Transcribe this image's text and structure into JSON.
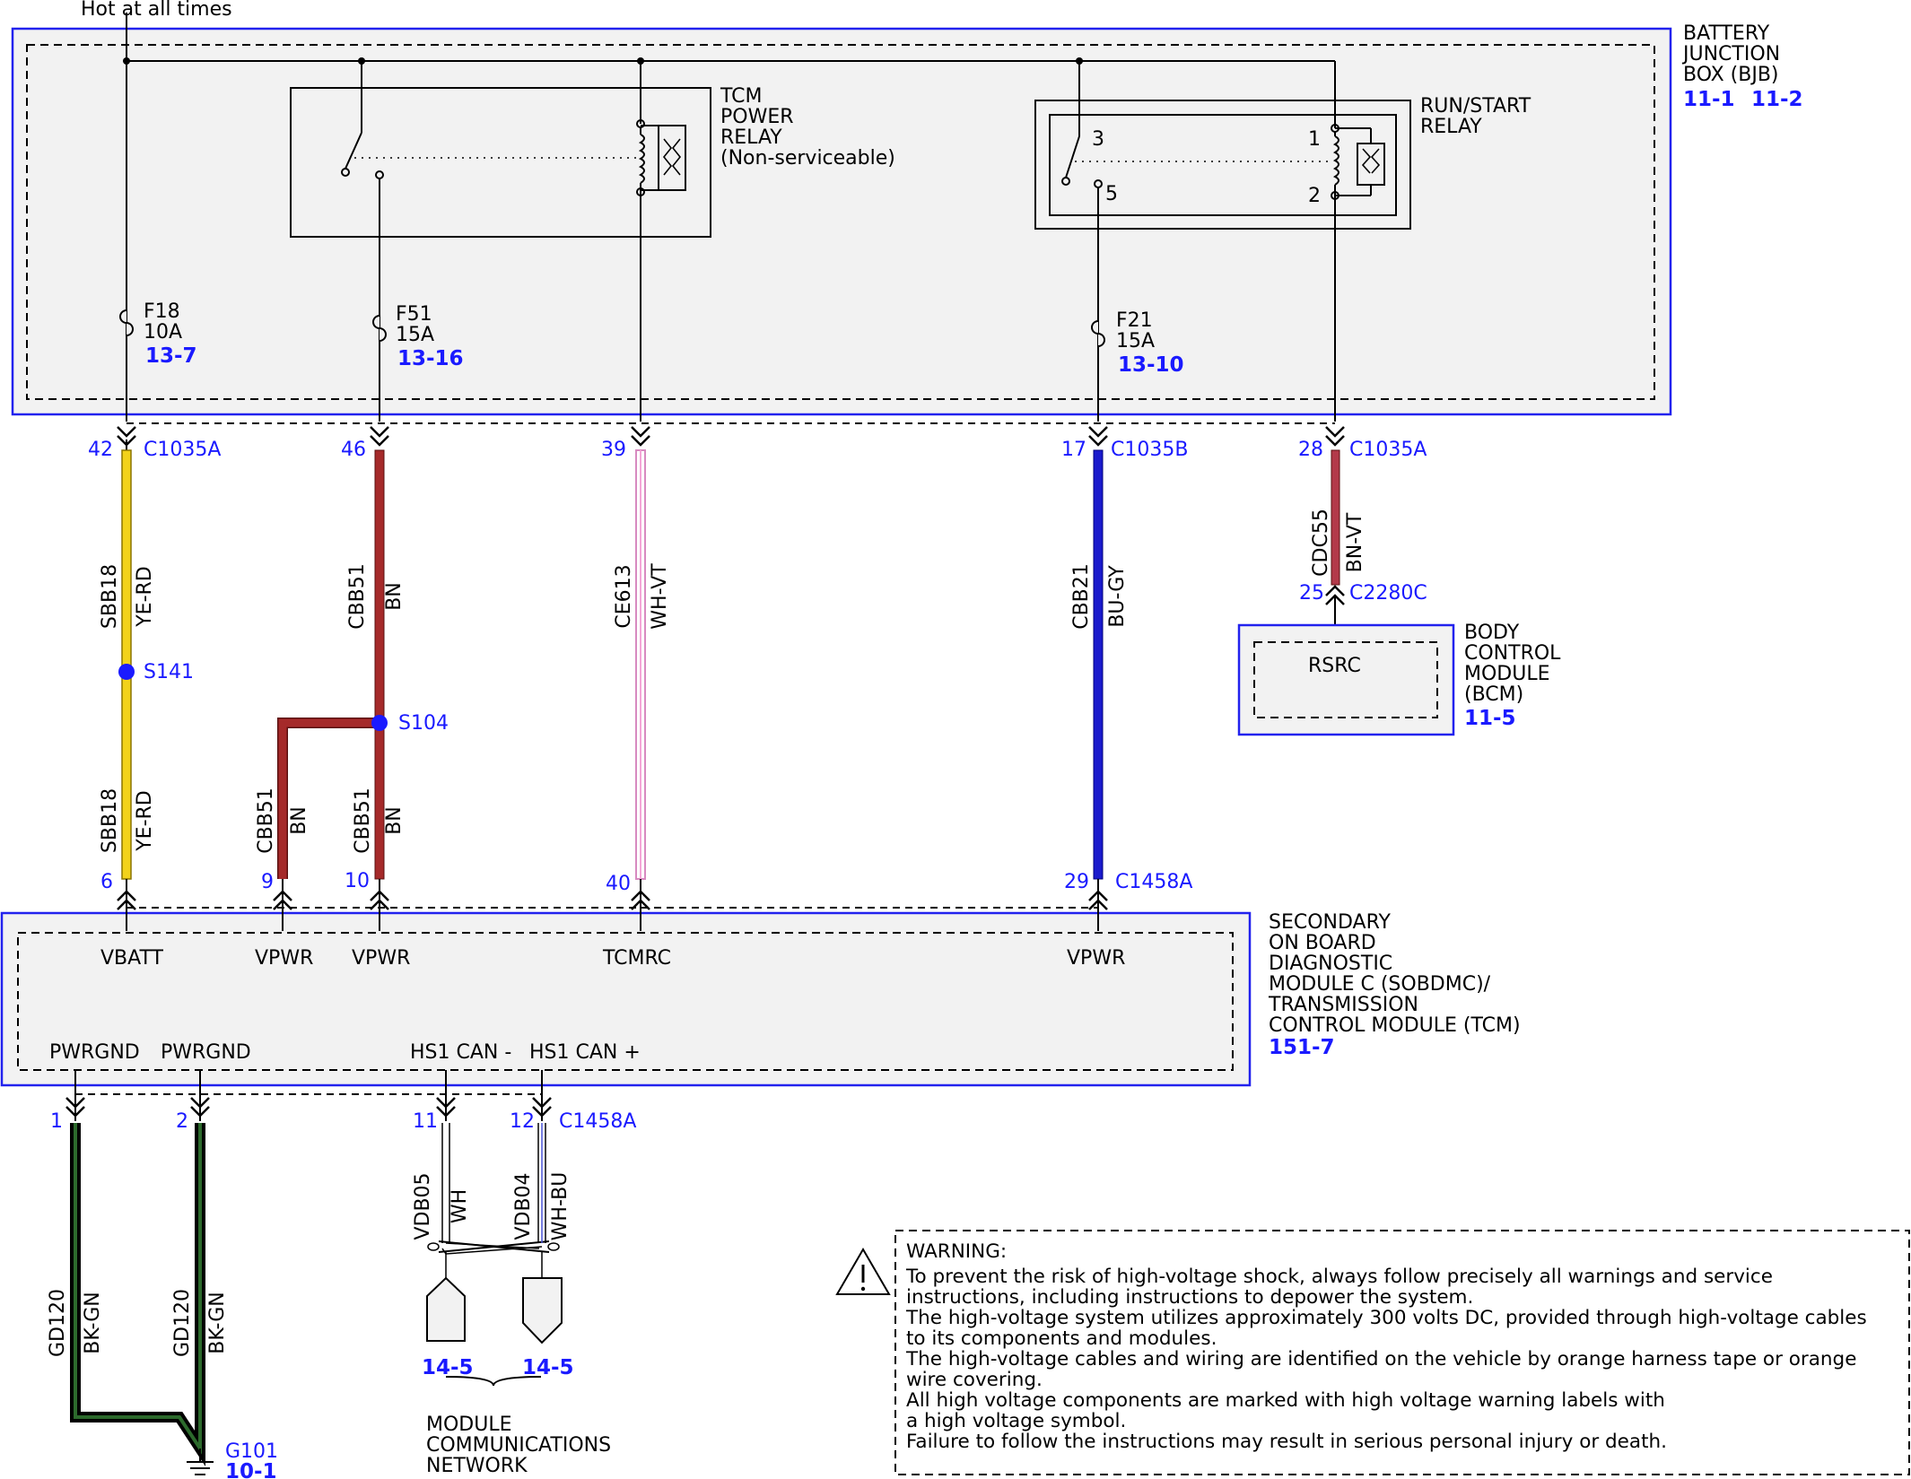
{
  "supply_label": "Hot at all times",
  "bjb": {
    "name_lines": [
      "BATTERY",
      "JUNCTION",
      "BOX (BJB)"
    ],
    "refs": [
      "11-1",
      "11-2"
    ]
  },
  "tcm_relay": {
    "name_lines": [
      "TCM",
      "POWER",
      "RELAY",
      "(Non-serviceable)"
    ]
  },
  "run_start_relay": {
    "name_lines": [
      "RUN/START",
      "RELAY"
    ],
    "pins": [
      "3",
      "5",
      "1",
      "2"
    ]
  },
  "fuses": [
    {
      "name": "F18",
      "rating": "10A",
      "ref": "13-7"
    },
    {
      "name": "F51",
      "rating": "15A",
      "ref": "13-16"
    },
    {
      "name": "F21",
      "rating": "15A",
      "ref": "13-10"
    }
  ],
  "upper_pins": [
    {
      "pin": "42",
      "connector": "C1035A"
    },
    {
      "pin": "46",
      "connector": ""
    },
    {
      "pin": "39",
      "connector": ""
    },
    {
      "pin": "17",
      "connector": "C1035B"
    },
    {
      "pin": "28",
      "connector": "C1035A"
    }
  ],
  "wires": [
    {
      "circuit": "SBB18",
      "color": "YE-RD"
    },
    {
      "circuit": "SBB18",
      "color": "YE-RD"
    },
    {
      "circuit": "CBB51",
      "color": "BN"
    },
    {
      "circuit": "CBB51",
      "color": "BN"
    },
    {
      "circuit": "CBB51",
      "color": "BN"
    },
    {
      "circuit": "CE613",
      "color": "WH-VT"
    },
    {
      "circuit": "CBB21",
      "color": "BU-GY"
    },
    {
      "circuit": "CDC55",
      "color": "BN-VT"
    },
    {
      "circuit": "GD120",
      "color": "BK-GN"
    },
    {
      "circuit": "GD120",
      "color": "BK-GN"
    },
    {
      "circuit": "VDB05",
      "color": "WH"
    },
    {
      "circuit": "VDB04",
      "color": "WH-BU"
    }
  ],
  "splices": [
    "S141",
    "S104"
  ],
  "bcm": {
    "pin": "25",
    "connector": "C2280C",
    "terminal": "RSRC",
    "name_lines": [
      "BODY",
      "CONTROL",
      "MODULE",
      "(BCM)"
    ],
    "ref": "11-5"
  },
  "tcm_module": {
    "input_pins": [
      {
        "pin": "6",
        "connector": ""
      },
      {
        "pin": "9",
        "connector": ""
      },
      {
        "pin": "10",
        "connector": ""
      },
      {
        "pin": "40",
        "connector": ""
      },
      {
        "pin": "29",
        "connector": "C1458A"
      }
    ],
    "input_terminals": [
      "VBATT",
      "VPWR",
      "VPWR",
      "TCMRC",
      "VPWR"
    ],
    "output_terminals": [
      "PWRGND",
      "PWRGND",
      "HS1 CAN -",
      "HS1 CAN +"
    ],
    "output_pins": [
      {
        "pin": "1",
        "connector": ""
      },
      {
        "pin": "2",
        "connector": ""
      },
      {
        "pin": "11",
        "connector": ""
      },
      {
        "pin": "12",
        "connector": "C1458A"
      }
    ],
    "name_lines": [
      "SECONDARY",
      "ON BOARD",
      "DIAGNOSTIC",
      "MODULE C (SOBDMC)/",
      "TRANSMISSION",
      "CONTROL MODULE (TCM)"
    ],
    "ref": "151-7"
  },
  "ground": {
    "name": "G101",
    "ref": "10-1"
  },
  "network": {
    "refs": [
      "14-5",
      "14-5"
    ],
    "name_lines": [
      "MODULE",
      "COMMUNICATIONS",
      "NETWORK"
    ]
  },
  "warning": {
    "title": "WARNING:",
    "lines": [
      "To prevent the risk of high-voltage shock, always follow precisely all warnings and service",
      "instructions, including instructions to depower the system.",
      "The high-voltage system utilizes approximately 300 volts DC, provided through high-voltage cables",
      "to its components and modules.",
      "The high-voltage cables and wiring are identified on the vehicle by orange harness tape or orange",
      "wire covering.",
      "All high voltage components are marked with high voltage warning labels with",
      "a high voltage symbol.",
      "Failure to follow the instructions may result in serious personal injury or death."
    ]
  },
  "colors": {
    "yellow": "#f2d21b",
    "brown": "#a52a2a",
    "blue": "#1a1acc",
    "pink": "#f4a6d7",
    "black_green": "#1a3a1a",
    "wh_bu": "#4a55d8",
    "ref_blue": "#1a1aff",
    "module_fill": "#f2f2f2"
  }
}
